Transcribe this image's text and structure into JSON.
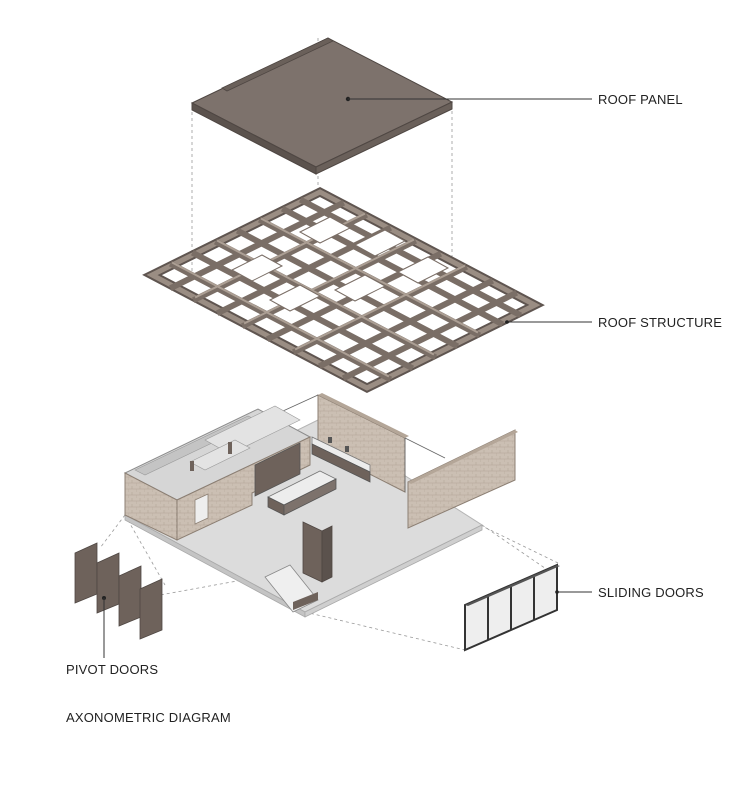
{
  "diagram": {
    "title": "AXONOMETRIC DIAGRAM",
    "labels": {
      "roof_panel": "ROOF PANEL",
      "roof_structure": "ROOF STRUCTURE",
      "sliding_doors": "SLIDING DOORS",
      "pivot_doors": "PIVOT DOORS"
    },
    "colors": {
      "roof_top": "#7d726c",
      "roof_edge": "#5b524d",
      "timber": "#8a7d74",
      "timber_dark": "#5f5550",
      "slab": "#d9d9d9",
      "slab_edge": "#b5b5b5",
      "brick": "#c9bcb0",
      "door": "#6e625b",
      "leader": "#333333",
      "dashed": "#9a9a9a"
    }
  }
}
